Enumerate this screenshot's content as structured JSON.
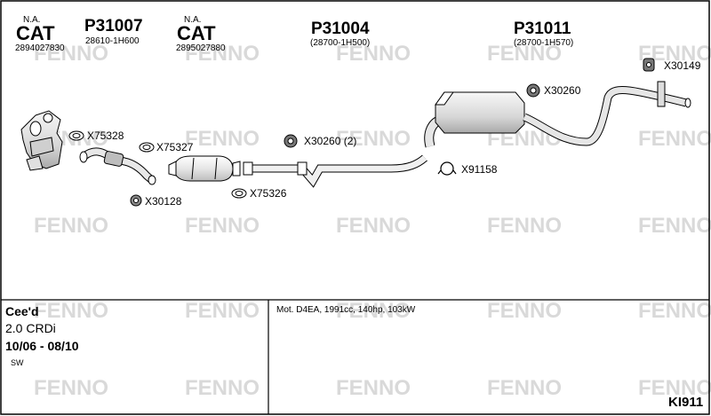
{
  "top_labels": {
    "cat1": {
      "na": "N.A.",
      "title": "CAT",
      "number": "2894027830"
    },
    "p31007": {
      "title": "P31007",
      "ref": "28610-1H600"
    },
    "cat2": {
      "na": "N.A.",
      "title": "CAT",
      "number": "2895027880"
    },
    "p31004": {
      "title": "P31004",
      "ref": "(28700-1H500)"
    },
    "p31011": {
      "title": "P31011",
      "ref": "(28700-1H570)"
    }
  },
  "parts": {
    "x75328": "X75328",
    "x75327": "X75327",
    "x30128": "X30128",
    "x75326": "X75326",
    "x30260_mid": "X30260 (2)",
    "x91158": "X91158",
    "x30260_top": "X30260",
    "x30149": "X30149"
  },
  "vehicle": {
    "model": "Cee'd",
    "engine": "2.0 CRDi",
    "years": "10/06 - 08/10",
    "body": "SW"
  },
  "engine_info": "Mot. D4EA, 1991cc, 140hp, 103kW",
  "kit_code": "KI911",
  "watermark": "FENNO",
  "colors": {
    "watermark": "#d9d9d9",
    "line": "#000000",
    "part_fill": "#f2f2f2"
  }
}
